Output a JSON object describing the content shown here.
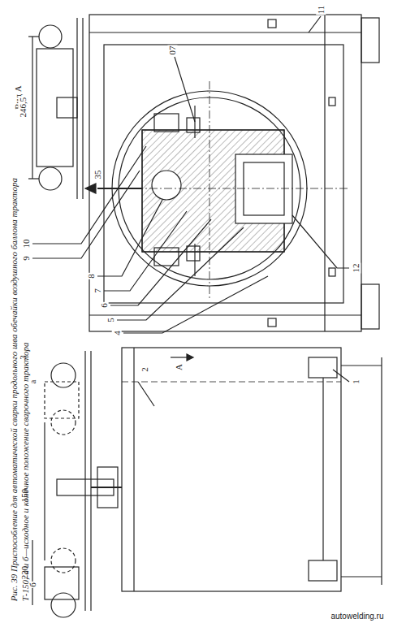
{
  "diagram": {
    "caption": "Рис. 39 Приспособление для автоматической сварки продольного шва обечайки воздушного баллона трактора Т-150; а и б—исходное и конечное положение сварочного трактора",
    "labels": [
      "Вид А",
      "246,5",
      "35",
      "07",
      "11",
      "10",
      "9",
      "8",
      "7",
      "6",
      "5",
      "4",
      "12",
      "3",
      "а",
      "2",
      "А",
      "1",
      "150",
      "220",
      "б",
      "autowelding.ru"
    ]
  }
}
